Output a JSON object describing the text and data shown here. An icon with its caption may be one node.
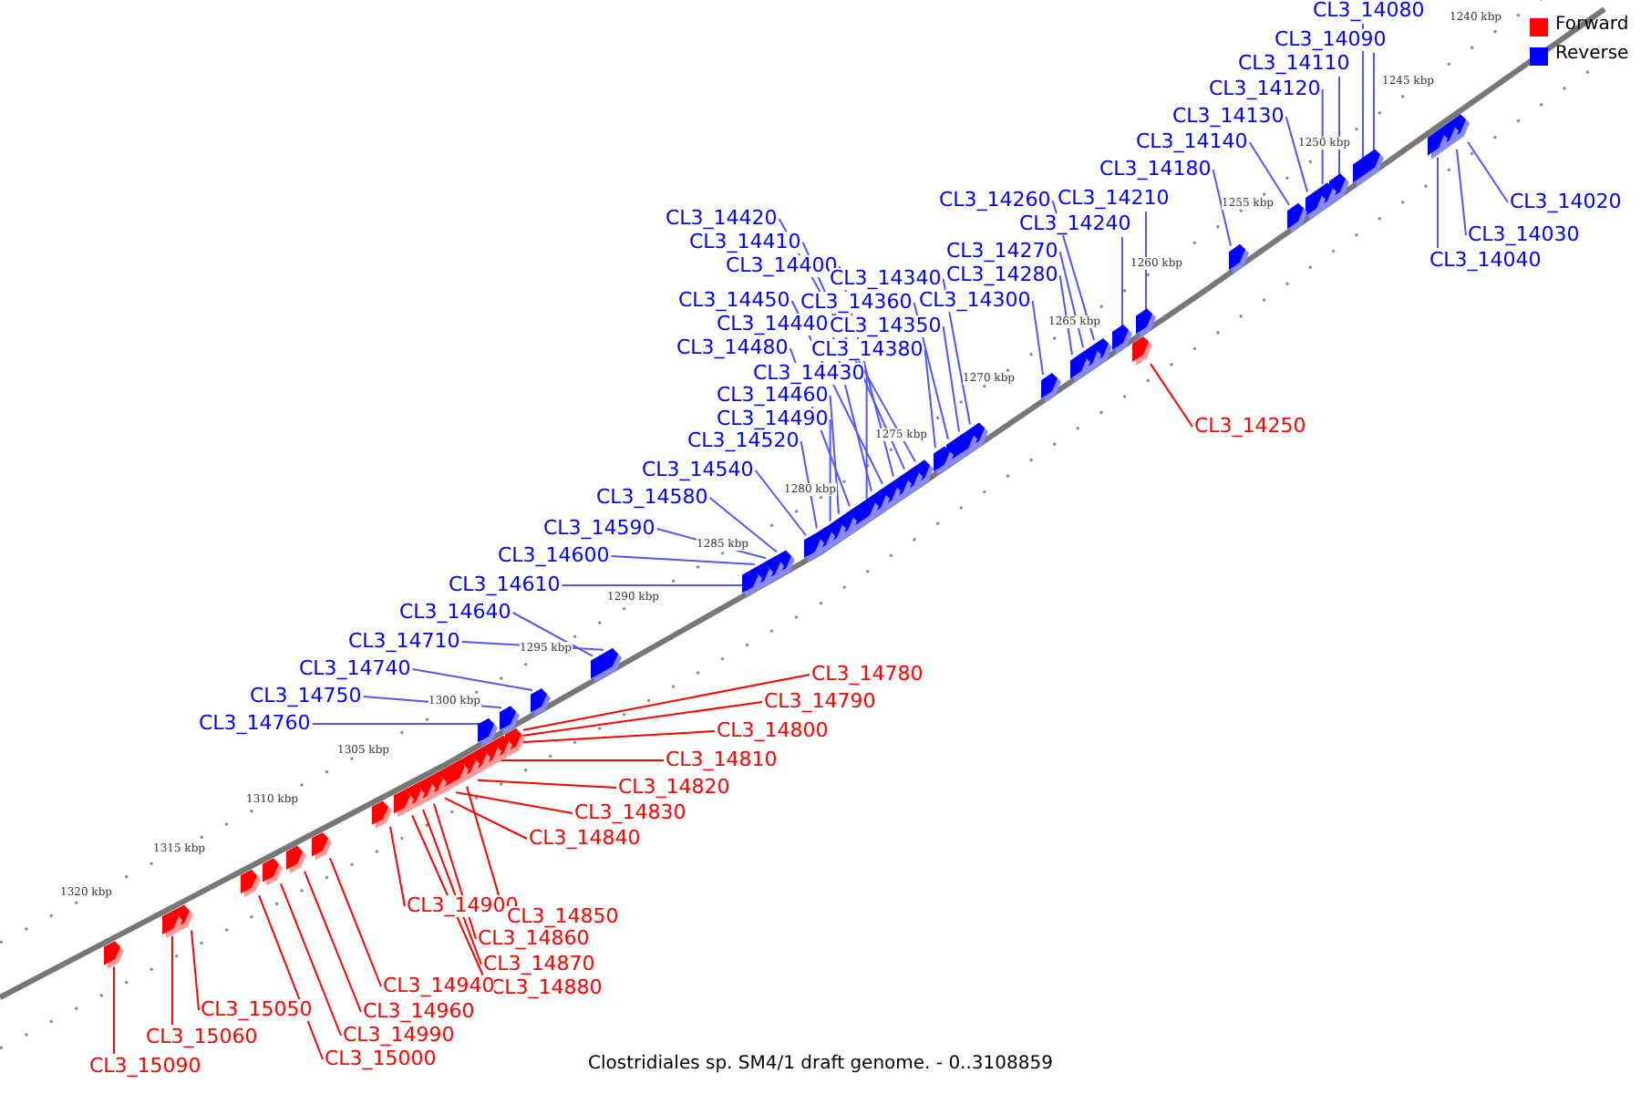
{
  "diagram": {
    "caption": "Clostridiales sp. SM4/1 draft genome. - 0..3108859",
    "nodes": [
      {
        "text": [
          "CL3_14080"
        ]
      },
      {
        "text": [
          "CL3_14090"
        ]
      },
      {
        "text": [
          "CL3_14110"
        ]
      },
      {
        "text": [
          "CL3_14120"
        ]
      },
      {
        "text": [
          "CL3_14130"
        ]
      },
      {
        "text": [
          "CL3_14140"
        ]
      },
      {
        "text": [
          "CL3_14180"
        ]
      },
      {
        "text": [
          "CL3_14020"
        ]
      },
      {
        "text": [
          "CL3_14030"
        ]
      },
      {
        "text": [
          "CL3_14040"
        ]
      },
      {
        "text": [
          "CL3_14260"
        ]
      },
      {
        "text": [
          "CL3_14210"
        ]
      },
      {
        "text": [
          "CL3_14240"
        ]
      },
      {
        "text": [
          "CL3_14270"
        ]
      },
      {
        "text": [
          "CL3_14280"
        ]
      },
      {
        "text": [
          "CL3_14300"
        ]
      },
      {
        "text": [
          "CL3_14420"
        ]
      },
      {
        "text": [
          "CL3_14410"
        ]
      },
      {
        "text": [
          "CL3_14400"
        ]
      },
      {
        "text": [
          "CL3_14340"
        ]
      },
      {
        "text": [
          "CL3_14450"
        ]
      },
      {
        "text": [
          "CL3_14360"
        ]
      },
      {
        "text": [
          "CL3_14440"
        ]
      },
      {
        "text": [
          "CL3_14350"
        ]
      },
      {
        "text": [
          "CL3_14480"
        ]
      },
      {
        "text": [
          "CL3_14380"
        ]
      },
      {
        "text": [
          "CL3_14430"
        ]
      },
      {
        "text": [
          "CL3_14460"
        ]
      },
      {
        "text": [
          "CL3_14490"
        ]
      },
      {
        "text": [
          "CL3_14520"
        ]
      },
      {
        "text": [
          "CL3_14540"
        ]
      },
      {
        "text": [
          "CL3_14580"
        ]
      },
      {
        "text": [
          "CL3_14590"
        ]
      },
      {
        "text": [
          "CL3_14600"
        ]
      },
      {
        "text": [
          "CL3_14610"
        ]
      },
      {
        "text": [
          "CL3_14640"
        ]
      },
      {
        "text": [
          "CL3_14710"
        ]
      },
      {
        "text": [
          "CL3_14740"
        ]
      },
      {
        "text": [
          "CL3_14750"
        ]
      },
      {
        "text": [
          "CL3_14760"
        ]
      },
      {
        "text": [
          "CL3_14250"
        ]
      },
      {
        "text": [
          "CL3_14780"
        ]
      },
      {
        "text": [
          "CL3_14790"
        ]
      },
      {
        "text": [
          "CL3_14800"
        ]
      },
      {
        "text": [
          "CL3_14810"
        ]
      },
      {
        "text": [
          "CL3_14820"
        ]
      },
      {
        "text": [
          "CL3_14830"
        ]
      },
      {
        "text": [
          "CL3_14840"
        ]
      },
      {
        "text": [
          "CL3_14900"
        ]
      },
      {
        "text": [
          "CL3_14850"
        ]
      },
      {
        "text": [
          "CL3_14860"
        ]
      },
      {
        "text": [
          "CL3_14870"
        ]
      },
      {
        "text": [
          "CL3_14880"
        ]
      },
      {
        "text": [
          "CL3_14940"
        ]
      },
      {
        "text": [
          "CL3_14960"
        ]
      },
      {
        "text": [
          "CL3_14990"
        ]
      },
      {
        "text": [
          "CL3_15050"
        ]
      },
      {
        "text": [
          "CL3_15000"
        ]
      },
      {
        "text": [
          "CL3_15060"
        ]
      },
      {
        "text": [
          "CL3_15090"
        ]
      },
      {
        "text": [],
        "shape": "bar"
      },
      {
        "text": [],
        "shape": "bar"
      },
      {
        "text": [],
        "shape": "bar"
      },
      {
        "text": [],
        "shape": "bar"
      },
      {
        "text": [],
        "shape": "bar"
      },
      {
        "text": [],
        "shape": "bar"
      },
      {
        "text": [],
        "shape": "bar"
      },
      {
        "text": [],
        "shape": "bar"
      },
      {
        "text": [],
        "shape": "bar"
      },
      {
        "text": [],
        "shape": "bar"
      },
      {
        "text": [],
        "shape": "bar"
      },
      {
        "text": [],
        "shape": "bar"
      },
      {
        "text": [],
        "shape": "bar"
      },
      {
        "text": [],
        "shape": "bar"
      },
      {
        "text": [],
        "shape": "bar"
      },
      {
        "text": [],
        "shape": "bar"
      },
      {
        "text": [],
        "shape": "bar"
      },
      {
        "text": [],
        "shape": "bar"
      },
      {
        "text": [],
        "shape": "bar"
      },
      {
        "text": [],
        "shape": "bar"
      },
      {
        "text": [],
        "shape": "bar"
      },
      {
        "text": [],
        "shape": "bar"
      },
      {
        "text": [],
        "shape": "bar"
      },
      {
        "text": [],
        "shape": "bar"
      },
      {
        "text": [],
        "shape": "bar"
      },
      {
        "text": [],
        "shape": "bar"
      },
      {
        "text": [],
        "shape": "bar"
      },
      {
        "text": [],
        "shape": "bar"
      },
      {
        "text": [],
        "shape": "bar"
      },
      {
        "text": [],
        "shape": "bar"
      },
      {
        "text": [],
        "shape": "bar"
      },
      {
        "text": [],
        "shape": "bar"
      },
      {
        "text": [],
        "shape": "bar"
      },
      {
        "text": [],
        "shape": "bar"
      },
      {
        "text": [],
        "shape": "bar"
      },
      {
        "text": [],
        "shape": "bar"
      },
      {
        "text": [],
        "shape": "bar"
      },
      {
        "text": [],
        "shape": "bar"
      },
      {
        "text": [],
        "shape": "bar"
      },
      {
        "text": [],
        "shape": "bar"
      },
      {
        "text": [],
        "shape": "bar"
      },
      {
        "text": [],
        "shape": "bar"
      },
      {
        "text": [],
        "shape": "bar"
      },
      {
        "text": [],
        "shape": "bar"
      },
      {
        "text": [],
        "shape": "bar"
      },
      {
        "text": [],
        "shape": "bar"
      },
      {
        "text": [],
        "shape": "bar"
      },
      {
        "text": [],
        "shape": "bar"
      },
      {
        "text": [],
        "shape": "bar"
      },
      {
        "text": [],
        "shape": "bar"
      },
      {
        "text": [],
        "shape": "bar"
      },
      {
        "text": [],
        "shape": "bar"
      },
      {
        "text": [],
        "shape": "bar"
      },
      {
        "text": [],
        "shape": "bar"
      },
      {
        "text": [],
        "shape": "bar"
      },
      {
        "text": [],
        "shape": "bar"
      },
      {
        "text": [],
        "shape": "bar"
      },
      {
        "text": [],
        "shape": "bar"
      },
      {
        "text": [],
        "shape": "bar"
      },
      {
        "text": [],
        "shape": "bar"
      }
    ],
    "edges": [
      {
        "from": 0,
        "to": 60,
        "arrow": "none"
      },
      {
        "from": 1,
        "to": 61,
        "arrow": "none"
      },
      {
        "from": 2,
        "to": 62,
        "arrow": "none"
      },
      {
        "from": 3,
        "to": 63,
        "arrow": "none"
      },
      {
        "from": 4,
        "to": 64,
        "arrow": "none"
      },
      {
        "from": 5,
        "to": 65,
        "arrow": "none"
      },
      {
        "from": 6,
        "to": 66,
        "arrow": "none"
      },
      {
        "from": 7,
        "to": 67,
        "arrow": "none"
      },
      {
        "from": 8,
        "to": 68,
        "arrow": "none"
      },
      {
        "from": 9,
        "to": 69,
        "arrow": "none"
      },
      {
        "from": 10,
        "to": 70,
        "arrow": "none"
      },
      {
        "from": 11,
        "to": 71,
        "arrow": "none"
      },
      {
        "from": 12,
        "to": 72,
        "arrow": "none"
      },
      {
        "from": 13,
        "to": 73,
        "arrow": "none"
      },
      {
        "from": 14,
        "to": 74,
        "arrow": "none"
      },
      {
        "from": 15,
        "to": 75,
        "arrow": "none"
      },
      {
        "from": 16,
        "to": 76,
        "arrow": "none"
      },
      {
        "from": 17,
        "to": 77,
        "arrow": "none"
      },
      {
        "from": 18,
        "to": 78,
        "arrow": "none"
      },
      {
        "from": 19,
        "to": 79,
        "arrow": "none"
      },
      {
        "from": 20,
        "to": 80,
        "arrow": "none"
      },
      {
        "from": 21,
        "to": 81,
        "arrow": "none"
      },
      {
        "from": 22,
        "to": 82,
        "arrow": "none"
      },
      {
        "from": 23,
        "to": 83,
        "arrow": "none"
      },
      {
        "from": 24,
        "to": 84,
        "arrow": "none"
      },
      {
        "from": 25,
        "to": 85,
        "arrow": "none"
      },
      {
        "from": 26,
        "to": 86,
        "arrow": "none"
      },
      {
        "from": 27,
        "to": 87,
        "arrow": "none"
      },
      {
        "from": 28,
        "to": 88,
        "arrow": "none"
      },
      {
        "from": 29,
        "to": 89,
        "arrow": "none"
      },
      {
        "from": 30,
        "to": 90,
        "arrow": "none"
      },
      {
        "from": 31,
        "to": 91,
        "arrow": "none"
      },
      {
        "from": 32,
        "to": 92,
        "arrow": "none"
      },
      {
        "from": 33,
        "to": 93,
        "arrow": "none"
      },
      {
        "from": 34,
        "to": 94,
        "arrow": "none"
      },
      {
        "from": 35,
        "to": 95,
        "arrow": "none"
      },
      {
        "from": 36,
        "to": 96,
        "arrow": "none"
      },
      {
        "from": 37,
        "to": 97,
        "arrow": "none"
      },
      {
        "from": 38,
        "to": 98,
        "arrow": "none"
      },
      {
        "from": 39,
        "to": 99,
        "arrow": "none"
      },
      {
        "from": 40,
        "to": 100,
        "arrow": "none",
        "color": "#ff0000"
      },
      {
        "from": 41,
        "to": 101,
        "arrow": "none",
        "color": "#ff0000"
      },
      {
        "from": 42,
        "to": 102,
        "arrow": "none",
        "color": "#ff0000"
      },
      {
        "from": 43,
        "to": 103,
        "arrow": "none",
        "color": "#ff0000"
      },
      {
        "from": 44,
        "to": 104,
        "arrow": "none",
        "color": "#ff0000"
      },
      {
        "from": 45,
        "to": 105,
        "arrow": "none",
        "color": "#ff0000"
      },
      {
        "from": 46,
        "to": 106,
        "arrow": "none",
        "color": "#ff0000"
      },
      {
        "from": 47,
        "to": 107,
        "arrow": "none",
        "color": "#ff0000"
      },
      {
        "from": 48,
        "to": 108,
        "arrow": "none",
        "color": "#ff0000"
      },
      {
        "from": 49,
        "to": 109,
        "arrow": "none",
        "color": "#ff0000"
      },
      {
        "from": 50,
        "to": 110,
        "arrow": "none",
        "color": "#ff0000"
      },
      {
        "from": 51,
        "to": 111,
        "arrow": "none",
        "color": "#ff0000"
      },
      {
        "from": 52,
        "to": 112,
        "arrow": "none",
        "color": "#ff0000"
      },
      {
        "from": 53,
        "to": 113,
        "arrow": "none",
        "color": "#ff0000"
      },
      {
        "from": 54,
        "to": 114,
        "arrow": "none",
        "color": "#ff0000"
      },
      {
        "from": 55,
        "to": 115,
        "arrow": "none",
        "color": "#ff0000"
      },
      {
        "from": 56,
        "to": 116,
        "arrow": "none",
        "color": "#ff0000"
      },
      {
        "from": 57,
        "to": 117,
        "arrow": "none",
        "color": "#ff0000"
      },
      {
        "from": 58,
        "to": 118,
        "arrow": "none",
        "color": "#ff0000"
      },
      {
        "from": 59,
        "to": 119,
        "arrow": "none",
        "color": "#ff0000"
      }
    ],
    "labels": [
      "1240 kbp",
      "1245 kbp",
      "1250 kbp",
      "1255 kbp",
      "1260 kbp",
      "1265 kbp",
      "1270 kbp",
      "1275 kbp",
      "1280 kbp",
      "1285 kbp",
      "1290 kbp",
      "1295 kbp",
      "1300 kbp",
      "1305 kbp",
      "1310 kbp",
      "1315 kbp",
      "1320 kbp"
    ],
    "legend": [
      {
        "text": "Forward",
        "color": "#ff0000"
      },
      {
        "text": "Reverse",
        "color": "#0000ff"
      }
    ]
  }
}
